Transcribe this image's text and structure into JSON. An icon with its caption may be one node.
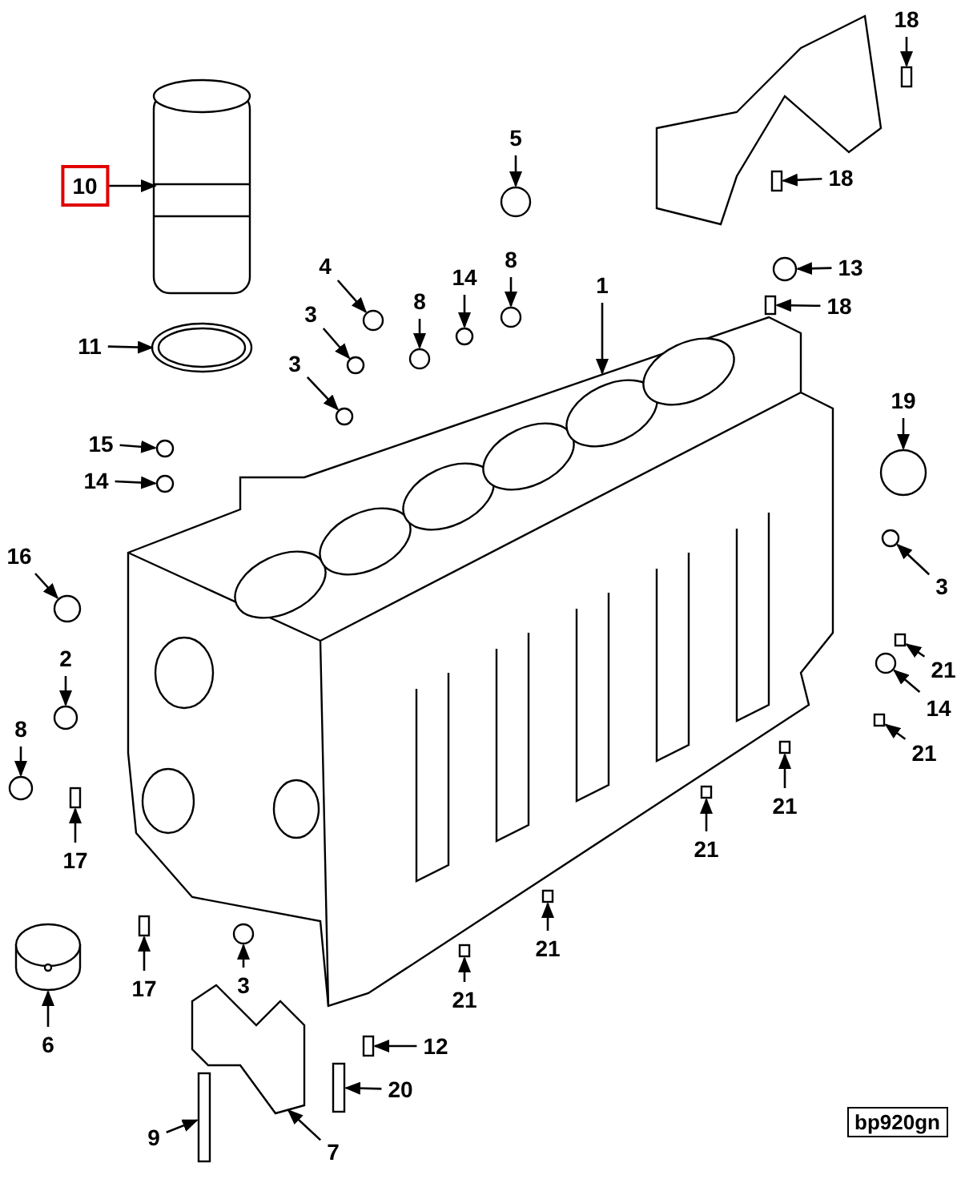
{
  "diagram": {
    "nodes": [
      {
        "text": [
          "18"
        ]
      },
      {
        "text": [
          "5"
        ]
      },
      {
        "text": [
          "18"
        ]
      },
      {
        "text": [
          "10"
        ]
      },
      {
        "text": [
          "13"
        ]
      },
      {
        "text": [
          "4"
        ]
      },
      {
        "text": [
          "1"
        ]
      },
      {
        "text": [
          "14"
        ]
      },
      {
        "text": [
          "8"
        ]
      },
      {
        "text": [
          "8"
        ]
      },
      {
        "text": [
          "3"
        ]
      },
      {
        "text": [
          "18"
        ]
      },
      {
        "text": [
          "11"
        ]
      },
      {
        "text": [
          "3"
        ]
      },
      {
        "text": [
          "19"
        ]
      },
      {
        "text": [
          "15"
        ]
      },
      {
        "text": [
          "14"
        ]
      },
      {
        "text": [
          "16"
        ]
      },
      {
        "text": [
          "3"
        ]
      },
      {
        "text": [
          "2"
        ]
      },
      {
        "text": [
          "21"
        ]
      },
      {
        "text": [
          "14"
        ]
      },
      {
        "text": [
          "8"
        ]
      },
      {
        "text": [
          "21"
        ]
      },
      {
        "text": [
          "21"
        ]
      },
      {
        "text": [
          "17"
        ]
      },
      {
        "text": [
          "21"
        ]
      },
      {
        "text": [
          "3"
        ]
      },
      {
        "text": [
          "21"
        ]
      },
      {
        "text": [
          "17"
        ]
      },
      {
        "text": [
          "21"
        ]
      },
      {
        "text": [
          "6"
        ]
      },
      {
        "text": [
          "12"
        ]
      },
      {
        "text": [
          "20"
        ]
      },
      {
        "text": [
          "9"
        ]
      },
      {
        "text": [
          "7"
        ]
      },
      {
        "text": [],
        "shape": "box"
      },
      {
        "text": [],
        "shape": "circle"
      },
      {
        "text": [],
        "shape": "box"
      },
      {
        "text": [],
        "shape": "picture"
      },
      {
        "text": [],
        "shape": "circle"
      },
      {
        "text": [],
        "shape": "circle"
      },
      {
        "text": [],
        "shape": "picture"
      },
      {
        "text": [],
        "shape": "circle"
      },
      {
        "text": [],
        "shape": "circle"
      },
      {
        "text": [],
        "shape": "circle"
      },
      {
        "text": [],
        "shape": "circle"
      },
      {
        "text": [],
        "shape": "box"
      },
      {
        "text": [],
        "shape": "picture"
      },
      {
        "text": [],
        "shape": "circle"
      },
      {
        "text": [],
        "shape": "circle"
      },
      {
        "text": [],
        "shape": "circle"
      },
      {
        "text": [],
        "shape": "circle"
      },
      {
        "text": [],
        "shape": "circle"
      },
      {
        "text": [],
        "shape": "circle"
      },
      {
        "text": [],
        "shape": "circle"
      },
      {
        "text": [],
        "shape": "box"
      },
      {
        "text": [],
        "shape": "circle"
      },
      {
        "text": [],
        "shape": "circle"
      },
      {
        "text": [],
        "shape": "box"
      },
      {
        "text": [],
        "shape": "box"
      },
      {
        "text": [],
        "shape": "box"
      },
      {
        "text": [],
        "shape": "box"
      },
      {
        "text": [],
        "shape": "circle"
      },
      {
        "text": [],
        "shape": "box"
      },
      {
        "text": [],
        "shape": "box"
      },
      {
        "text": [],
        "shape": "box"
      },
      {
        "text": [],
        "shape": "picture"
      },
      {
        "text": [],
        "shape": "box"
      },
      {
        "text": [],
        "shape": "box"
      },
      {
        "text": [],
        "shape": "box"
      },
      {
        "text": [],
        "shape": "picture"
      }
    ],
    "edges": [
      {
        "from": 0,
        "to": 36,
        "arrow": "to"
      },
      {
        "from": 1,
        "to": 37,
        "arrow": "to"
      },
      {
        "from": 2,
        "to": 38,
        "arrow": "to"
      },
      {
        "from": 3,
        "to": 39,
        "arrow": "to"
      },
      {
        "from": 4,
        "to": 40,
        "arrow": "to"
      },
      {
        "from": 5,
        "to": 41,
        "arrow": "to"
      },
      {
        "from": 6,
        "to": 42,
        "arrow": "to"
      },
      {
        "from": 7,
        "to": 43,
        "arrow": "to"
      },
      {
        "from": 8,
        "to": 44,
        "arrow": "to"
      },
      {
        "from": 9,
        "to": 45,
        "arrow": "to"
      },
      {
        "from": 10,
        "to": 46,
        "arrow": "to"
      },
      {
        "from": 11,
        "to": 47,
        "arrow": "to"
      },
      {
        "from": 12,
        "to": 48,
        "arrow": "to"
      },
      {
        "from": 13,
        "to": 49,
        "arrow": "to"
      },
      {
        "from": 14,
        "to": 50,
        "arrow": "to"
      },
      {
        "from": 15,
        "to": 51,
        "arrow": "to"
      },
      {
        "from": 16,
        "to": 52,
        "arrow": "to"
      },
      {
        "from": 17,
        "to": 53,
        "arrow": "to"
      },
      {
        "from": 18,
        "to": 54,
        "arrow": "to"
      },
      {
        "from": 19,
        "to": 55,
        "arrow": "to"
      },
      {
        "from": 20,
        "to": 56,
        "arrow": "to"
      },
      {
        "from": 21,
        "to": 57,
        "arrow": "to"
      },
      {
        "from": 22,
        "to": 58,
        "arrow": "to"
      },
      {
        "from": 23,
        "to": 59,
        "arrow": "to"
      },
      {
        "from": 24,
        "to": 60,
        "arrow": "to"
      },
      {
        "from": 25,
        "to": 61,
        "arrow": "to"
      },
      {
        "from": 26,
        "to": 62,
        "arrow": "to"
      },
      {
        "from": 27,
        "to": 63,
        "arrow": "to"
      },
      {
        "from": 28,
        "to": 64,
        "arrow": "to"
      },
      {
        "from": 29,
        "to": 65,
        "arrow": "to"
      },
      {
        "from": 30,
        "to": 66,
        "arrow": "to"
      },
      {
        "from": 31,
        "to": 67,
        "arrow": "to"
      },
      {
        "from": 32,
        "to": 68,
        "arrow": "to"
      },
      {
        "from": 33,
        "to": 69,
        "arrow": "to"
      },
      {
        "from": 34,
        "to": 70,
        "arrow": "to"
      },
      {
        "from": 35,
        "to": 71,
        "arrow": "to"
      }
    ],
    "labels": [
      "bp920gn"
    ]
  }
}
